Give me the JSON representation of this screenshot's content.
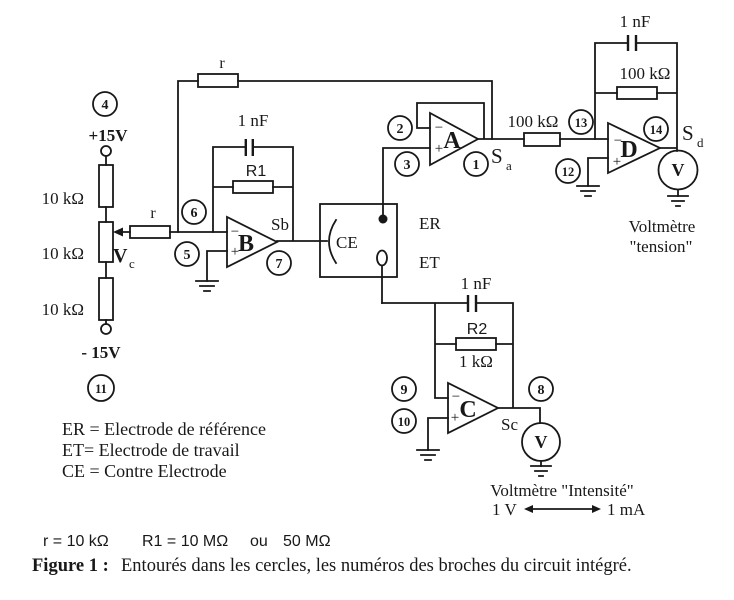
{
  "page": {
    "background": "#ffffff",
    "ink": "#181818"
  },
  "signs": {
    "minus": "−",
    "plus": "+"
  },
  "divider": {
    "pin4": "4",
    "v_plus": "+15V",
    "res1": "10 kΩ",
    "res2": "10 kΩ",
    "res3": "10 kΩ",
    "vc": "V",
    "vc_sub": "c",
    "v_minus": "- 15V",
    "pin11": "11",
    "wiper_r": "r"
  },
  "top_feedback": {
    "r": "r"
  },
  "ampA": {
    "letter": "A",
    "pin2": "2",
    "pin3": "3",
    "pin1": "1",
    "out": "S",
    "out_sub": "a"
  },
  "ampB": {
    "letter": "B",
    "pin6": "6",
    "pin5": "5",
    "pin7": "7",
    "out": "Sb",
    "cap": "1 nF",
    "res": "R1"
  },
  "ampC": {
    "letter": "C",
    "pin9": "9",
    "pin10": "10",
    "pin8": "8",
    "out": "Sc",
    "cap": "1 nF",
    "res_name": "R2",
    "res_value": "1 kΩ"
  },
  "ampD": {
    "letter": "D",
    "pin13": "13",
    "pin12": "12",
    "pin14": "14",
    "out": "S",
    "out_sub": "d",
    "cap": "1 nF",
    "fb_res": "100 kΩ",
    "in_res": "100 kΩ"
  },
  "cell": {
    "ce": "CE",
    "er": "ER",
    "et": "ET"
  },
  "voltmeter_tension": {
    "symbol": "V",
    "line1": "Voltmètre",
    "line2": "\"tension\""
  },
  "voltmeter_intensite": {
    "symbol": "V",
    "line1": "Voltmètre \"Intensité\"",
    "left": "1 V",
    "right": "1 mA"
  },
  "legend": {
    "line1": "ER = Electrode de référence",
    "line2": "ET= Electrode de travail",
    "line3": "CE = Contre Electrode"
  },
  "values_line": {
    "p1": "r = 10 kΩ",
    "p2": "R1 = 10 MΩ",
    "p3": "ou",
    "p4": "50 MΩ"
  },
  "caption": {
    "prefix": "Figure 1 :",
    "text": "Entourés dans les cercles, les numéros des broches du circuit intégré."
  }
}
